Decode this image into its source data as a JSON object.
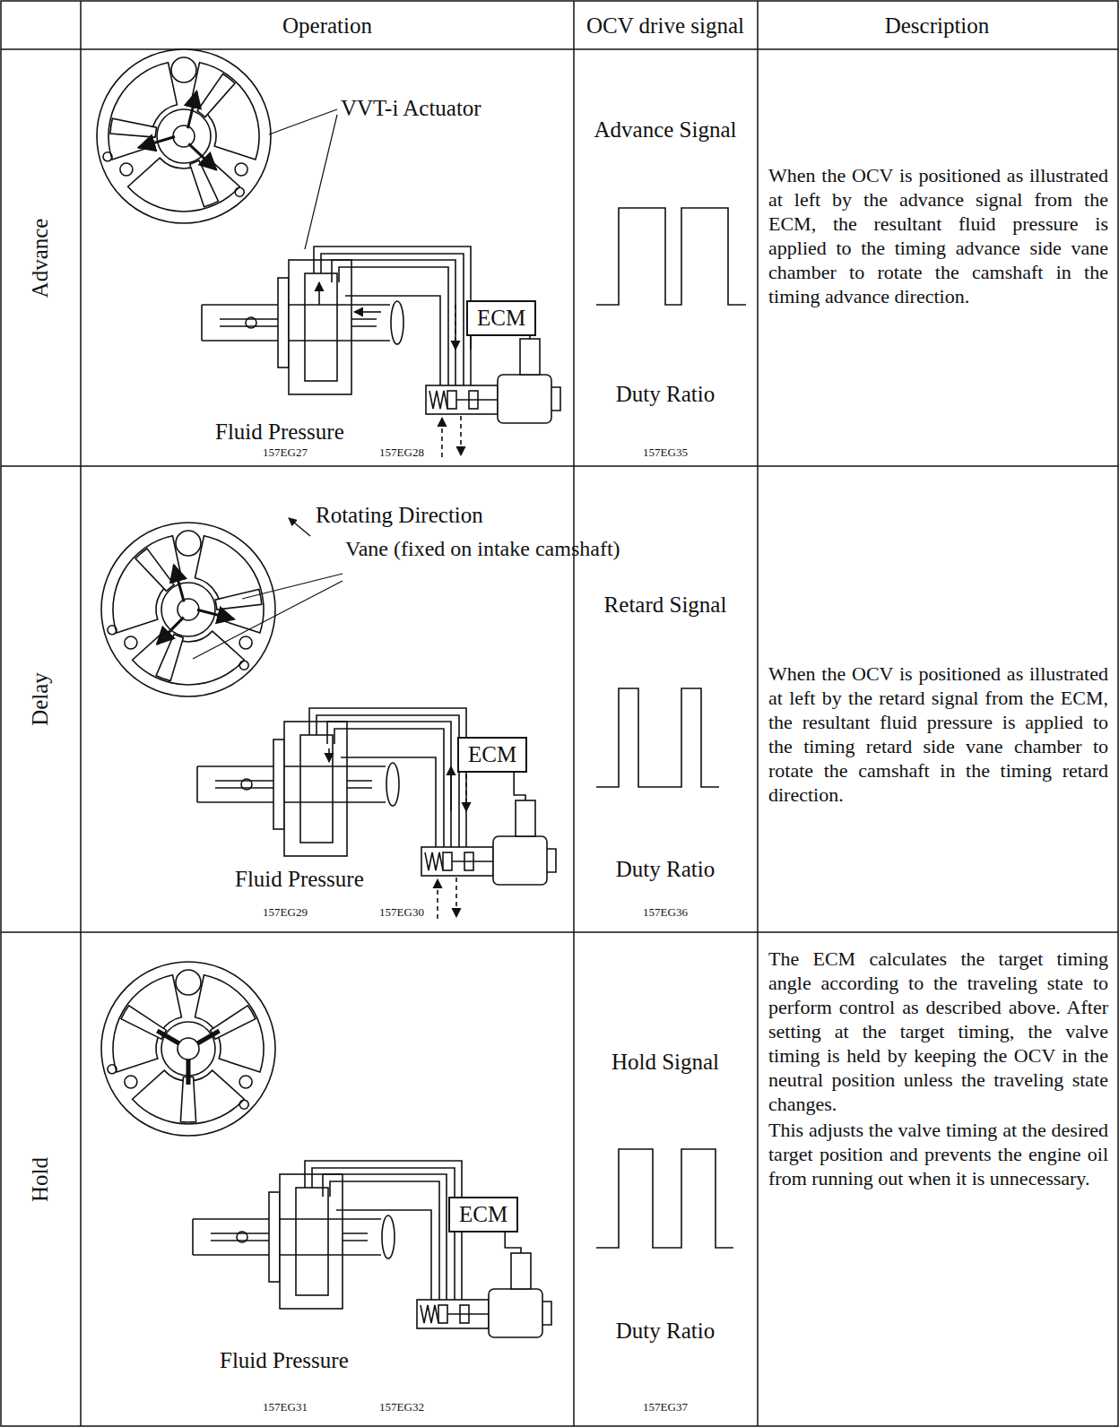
{
  "diagram": {
    "nodes": [
      {
        "text": [
          "ECM"
        ]
      },
      {
        "text": [
          "ECM"
        ]
      },
      {
        "text": [
          "ECM"
        ]
      }
    ],
    "edges": [],
    "labels": [
      "Operation",
      "OCV drive signal",
      "Description",
      "Advance",
      "VVT-i Actuator",
      "Fluid Pressure",
      "157EG27",
      "157EG28",
      "Advance Signal",
      "Duty Ratio",
      "157EG35",
      "When the OCV is positioned as illustrated at left by the advance signal from the ECM, the resultant fluid pressure is applied to the timing advance side vane chamber to rotate the camshaft in the timing advance direction.",
      "Delay",
      "Rotating Direction",
      "Vane (fixed on intake camshaft)",
      "Fluid Pressure",
      "157EG29",
      "157EG30",
      "Retard Signal",
      "Duty Ratio",
      "157EG36",
      "When the OCV is positioned as illustrated at left by the retard signal from the ECM, the resultant fluid pressure is applied to the timing retard side vane chamber to rotate the camshaft in the timing retard direction.",
      "Hold",
      "Fluid Pressure",
      "157EG31",
      "157EG32",
      "Hold Signal",
      "Duty Ratio",
      "157EG37",
      "The ECM calculates the target timing angle according to the traveling state to perform control as described above. After setting at the target timing, the valve timing is held by keeping the OCV in the neutral position unless the traveling state changes.",
      "This adjusts the valve timing at the desired target position and prevents the engine oil from running out when it is unnecessary."
    ]
  }
}
